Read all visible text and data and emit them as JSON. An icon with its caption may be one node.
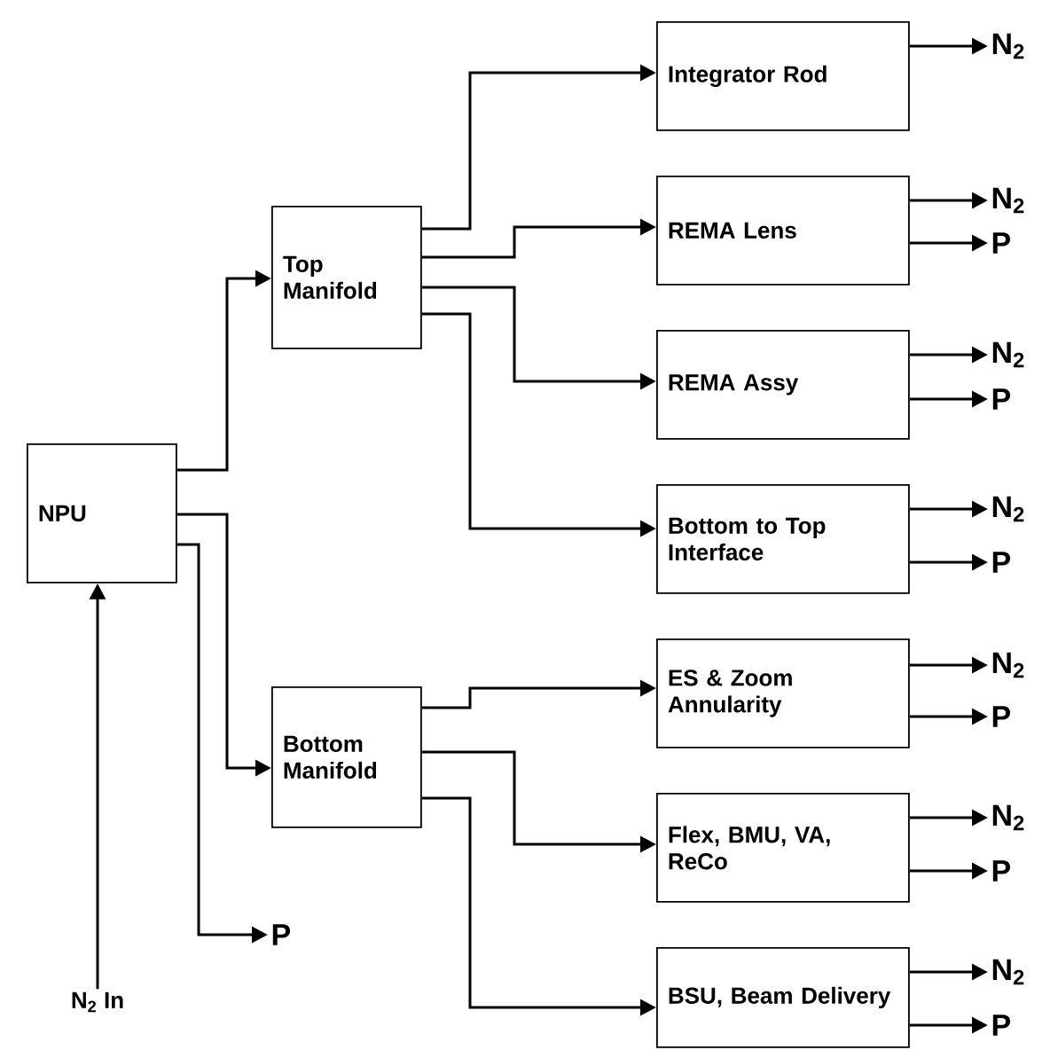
{
  "diagram": {
    "nodes": [
      {
        "text": [
          "NPU"
        ]
      },
      {
        "text": [
          "Top Manifold"
        ]
      },
      {
        "text": [
          "Bottom Manifold"
        ]
      },
      {
        "text": [
          "Integrator Rod"
        ]
      },
      {
        "text": [
          "REMA Lens"
        ]
      },
      {
        "text": [
          "REMA Assy"
        ]
      },
      {
        "text": [
          "Bottom to Top Interface"
        ]
      },
      {
        "text": [
          "ES & Zoom Annularity"
        ]
      },
      {
        "text": [
          "Flex, BMU, VA, ReCo"
        ]
      },
      {
        "text": [
          "BSU, Beam Delivery"
        ]
      },
      {
        "text": [
          "N$_{2}$ In"
        ]
      },
      {
        "text": [
          "P"
        ]
      },
      {
        "text": [
          "N$_{2}$"
        ]
      },
      {
        "text": [
          "N$_{2}$"
        ]
      },
      {
        "text": [
          "P"
        ]
      },
      {
        "text": [
          "N$_{2}$"
        ]
      },
      {
        "text": [
          "P"
        ]
      },
      {
        "text": [
          "N$_{2}$"
        ]
      },
      {
        "text": [
          "P"
        ]
      },
      {
        "text": [
          "N$_{2}$"
        ]
      },
      {
        "text": [
          "P"
        ]
      },
      {
        "text": [
          "N$_{2}$"
        ]
      },
      {
        "text": [
          "P"
        ]
      },
      {
        "text": [
          "N$_{2}$"
        ]
      },
      {
        "text": [
          "P"
        ]
      }
    ],
    "edges": [
      {
        "from": 10,
        "to": 0,
        "arrow": "to"
      },
      {
        "from": 0,
        "to": 1,
        "arrow": "to"
      },
      {
        "from": 0,
        "to": 2,
        "arrow": "to"
      },
      {
        "from": 0,
        "to": 11,
        "arrow": "to"
      },
      {
        "from": 1,
        "to": 3,
        "arrow": "to"
      },
      {
        "from": 1,
        "to": 4,
        "arrow": "to"
      },
      {
        "from": 1,
        "to": 5,
        "arrow": "to"
      },
      {
        "from": 1,
        "to": 6,
        "arrow": "to"
      },
      {
        "from": 2,
        "to": 7,
        "arrow": "to"
      },
      {
        "from": 2,
        "to": 8,
        "arrow": "to"
      },
      {
        "from": 2,
        "to": 9,
        "arrow": "to"
      },
      {
        "from": 3,
        "to": 12,
        "arrow": "to"
      },
      {
        "from": 4,
        "to": 13,
        "arrow": "to"
      },
      {
        "from": 4,
        "to": 14,
        "arrow": "to"
      },
      {
        "from": 5,
        "to": 15,
        "arrow": "to"
      },
      {
        "from": 5,
        "to": 16,
        "arrow": "to"
      },
      {
        "from": 6,
        "to": 17,
        "arrow": "to"
      },
      {
        "from": 6,
        "to": 18,
        "arrow": "to"
      },
      {
        "from": 7,
        "to": 19,
        "arrow": "to"
      },
      {
        "from": 7,
        "to": 20,
        "arrow": "to"
      },
      {
        "from": 8,
        "to": 21,
        "arrow": "to"
      },
      {
        "from": 8,
        "to": 22,
        "arrow": "to"
      },
      {
        "from": 9,
        "to": 23,
        "arrow": "to"
      },
      {
        "from": 9,
        "to": 24,
        "arrow": "to"
      }
    ]
  }
}
